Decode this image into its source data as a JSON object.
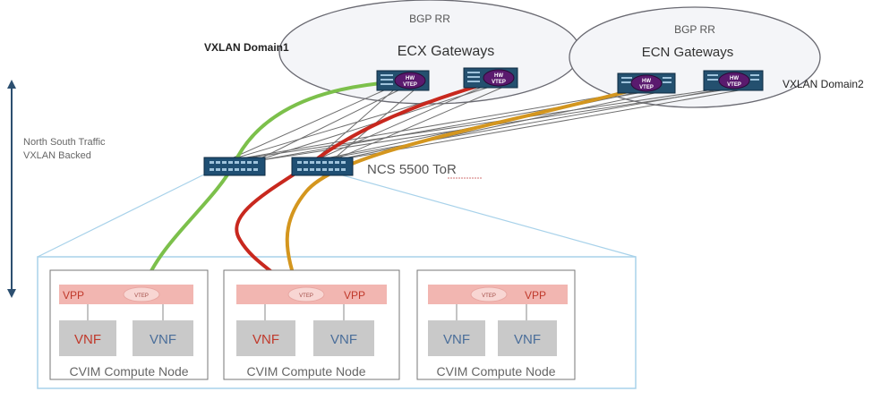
{
  "labels": {
    "bgp_rr_left": "BGP RR",
    "bgp_rr_right": "BGP RR",
    "ecx_gateways": "ECX Gateways",
    "ecn_gateways": "ECN Gateways",
    "vxlan_domain1": "VXLAN Domain1",
    "vxlan_domain2": "VXLAN Domain2",
    "north_south_line1": "North South Traffic",
    "north_south_line2": "VXLAN Backed",
    "ncs_tor": "NCS 5500 ToR"
  },
  "gateway_devices": [
    {
      "line1": "HW",
      "line2": "VTEP"
    },
    {
      "line1": "HW",
      "line2": "VTEP"
    },
    {
      "line1": "HW",
      "line2": "VTEP"
    },
    {
      "line1": "HW",
      "line2": "VTEP"
    }
  ],
  "compute_nodes": [
    {
      "label": "CVIM Compute Node",
      "vpp": "VPP",
      "vtep": "VTEP",
      "vnf_left": "VNF",
      "vnf_right": "VNF"
    },
    {
      "label": "CVIM Compute Node",
      "vpp": "VPP",
      "vtep": "VTEP",
      "vnf_left": "VNF",
      "vnf_right": "VNF"
    },
    {
      "label": "CVIM Compute Node",
      "vpp": "VPP",
      "vtep": "VTEP",
      "vnf_left": "VNF",
      "vnf_right": "VNF"
    }
  ],
  "colors": {
    "green_path": "#7cc04b",
    "red_path": "#c8281e",
    "orange_path": "#d4961e",
    "vpp_bar": "#f2b6b1",
    "vnf_box": "#c9c9c9",
    "vnf_text_blue": "#4a6e9a",
    "vnf_text_red": "#c0392b",
    "switch_blue": "#1f4f73",
    "vtep_purple": "#5a1a6e",
    "highlight_blue": "#a8d2ea"
  }
}
